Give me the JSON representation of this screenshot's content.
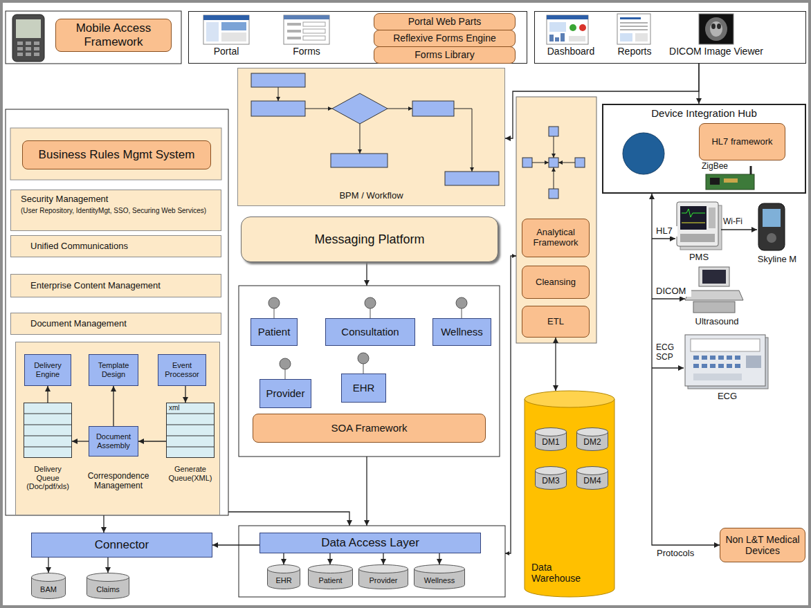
{
  "diagram": {
    "nodes": [
      {
        "text": [
          "Mobile Access Framework"
        ]
      },
      {
        "text": [
          "Portal",
          "Forms"
        ]
      },
      {
        "text": [
          "Portal Web Parts"
        ],
        "in": 1
      },
      {
        "text": [
          "Reflexive Forms Engine"
        ],
        "in": 1
      },
      {
        "text": [
          "Forms Library"
        ],
        "in": 1
      },
      {
        "text": [
          "Dashboard",
          "Reports",
          "DICOM Image Viewer"
        ]
      },
      {
        "text": [
          "Business Rules Mgmt System"
        ]
      },
      {
        "text": [
          "Security Management",
          "(User Repository, IdentityMgt, SSO, Securing Web Services)"
        ]
      },
      {
        "text": [
          "Unified Communications"
        ]
      },
      {
        "text": [
          "Enterprise Content Management"
        ]
      },
      {
        "text": [
          "Document Management"
        ]
      },
      {
        "text": [
          "Correspondence Management"
        ]
      },
      {
        "text": [
          "Delivery Engine"
        ],
        "in": 11
      },
      {
        "text": [
          "Template Design"
        ],
        "in": 11
      },
      {
        "text": [
          "Event Processor"
        ],
        "in": 11
      },
      {
        "text": [
          "Delivery Queue (Doc/pdf/xls)"
        ],
        "in": 11
      },
      {
        "text": [
          "Document Assembly"
        ],
        "in": 11
      },
      {
        "text": [
          "xml",
          "Generate Queue(XML)"
        ],
        "in": 11
      },
      {
        "text": [
          "BPM / Workflow"
        ]
      },
      {
        "text": [
          "Messaging Platform"
        ]
      },
      {
        "text": [
          "Patient"
        ]
      },
      {
        "text": [
          "Consultation"
        ]
      },
      {
        "text": [
          "Wellness"
        ]
      },
      {
        "text": [
          "Provider"
        ]
      },
      {
        "text": [
          "EHR"
        ]
      },
      {
        "text": [
          "SOA Framework"
        ]
      },
      {
        "text": [
          "Analytical Framework"
        ]
      },
      {
        "text": [
          "Cleansing"
        ]
      },
      {
        "text": [
          "ETL"
        ]
      },
      {
        "text": [
          "Data Warehouse"
        ]
      },
      {
        "text": [
          "DM1"
        ],
        "in": 29
      },
      {
        "text": [
          "DM2"
        ],
        "in": 29
      },
      {
        "text": [
          "DM3"
        ],
        "in": 29
      },
      {
        "text": [
          "DM4"
        ],
        "in": 29
      },
      {
        "text": [
          "Device Integration Hub"
        ]
      },
      {
        "text": [
          "HL7 framework"
        ],
        "in": 34
      },
      {
        "text": [
          "Non L&T Medical Devices"
        ]
      },
      {
        "text": [
          "Connector"
        ]
      },
      {
        "text": [
          "BAM"
        ]
      },
      {
        "text": [
          "Claims"
        ]
      },
      {
        "text": [
          "Data Access Layer"
        ]
      },
      {
        "text": [
          "EHR"
        ]
      },
      {
        "text": [
          "Patient"
        ]
      },
      {
        "text": [
          "Provider"
        ]
      },
      {
        "text": [
          "Wellness"
        ]
      }
    ],
    "edges": [
      {
        "from": 5,
        "to": 34,
        "arrow": "to"
      },
      {
        "from": 5,
        "to": 18,
        "arrow": "to"
      },
      {
        "from": 14,
        "to": 17,
        "arrow": "to"
      },
      {
        "from": 17,
        "to": 16,
        "arrow": "to"
      },
      {
        "from": 16,
        "to": 13,
        "arrow": "to"
      },
      {
        "from": 16,
        "to": 15,
        "arrow": "to"
      },
      {
        "from": 15,
        "to": 12,
        "arrow": "to"
      },
      {
        "from": 28,
        "to": 29,
        "arrow": "both"
      },
      {
        "from": 34,
        "to": 36,
        "label": "Protocols",
        "arrow": "both"
      },
      {
        "from": 40,
        "to": 37,
        "arrow": "to"
      },
      {
        "from": 37,
        "to": 38,
        "arrow": "to"
      },
      {
        "from": 37,
        "to": 39,
        "arrow": "to"
      },
      {
        "from": 40,
        "to": 41,
        "arrow": "to"
      },
      {
        "from": 40,
        "to": 42,
        "arrow": "to"
      },
      {
        "from": 40,
        "to": 43,
        "arrow": "to"
      },
      {
        "from": 40,
        "to": 44,
        "arrow": "to"
      }
    ],
    "labels": [
      "ZigBee",
      "HL7",
      "PMS",
      "Wi-Fi",
      "Skyline M",
      "DICOM",
      "Ultrasound",
      "ECG SCP",
      "ECG"
    ]
  }
}
